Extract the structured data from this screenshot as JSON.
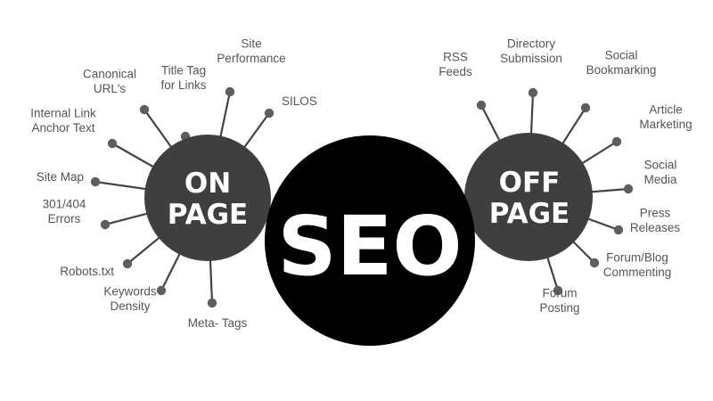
{
  "colors": {
    "hub_dark": "#3f3f3f",
    "center": "#000000",
    "spoke": "#444444",
    "dot": "#5e5e5e",
    "label": "#555555",
    "hub_text": "#ffffff"
  },
  "center": {
    "label": "SEO"
  },
  "on_page": {
    "lines": [
      "ON",
      "PAGE"
    ],
    "items": [
      {
        "lines": [
          "Title Tag",
          "for Links"
        ]
      },
      {
        "lines": [
          "Site",
          "Performance"
        ]
      },
      {
        "lines": [
          "SILOS"
        ]
      },
      {
        "lines": [
          "Canonical",
          "URL's"
        ]
      },
      {
        "lines": [
          "Internal Link",
          "Anchor Text"
        ]
      },
      {
        "lines": [
          "Site Map"
        ]
      },
      {
        "lines": [
          "301/404",
          "Errors"
        ]
      },
      {
        "lines": [
          "Robots.txt"
        ]
      },
      {
        "lines": [
          "Keywords",
          "Density"
        ]
      },
      {
        "lines": [
          "Meta- Tags"
        ]
      }
    ]
  },
  "off_page": {
    "lines": [
      "OFF",
      "PAGE"
    ],
    "items": [
      {
        "lines": [
          "RSS",
          "Feeds"
        ]
      },
      {
        "lines": [
          "Directory",
          "Submission"
        ]
      },
      {
        "lines": [
          "Social",
          "Bookmarking"
        ]
      },
      {
        "lines": [
          "Article",
          "Marketing"
        ]
      },
      {
        "lines": [
          "Social",
          "Media"
        ]
      },
      {
        "lines": [
          "Press",
          "Releases"
        ]
      },
      {
        "lines": [
          "Forum/Blog",
          "Commenting"
        ]
      },
      {
        "lines": [
          "Forum",
          "Posting"
        ]
      }
    ]
  }
}
